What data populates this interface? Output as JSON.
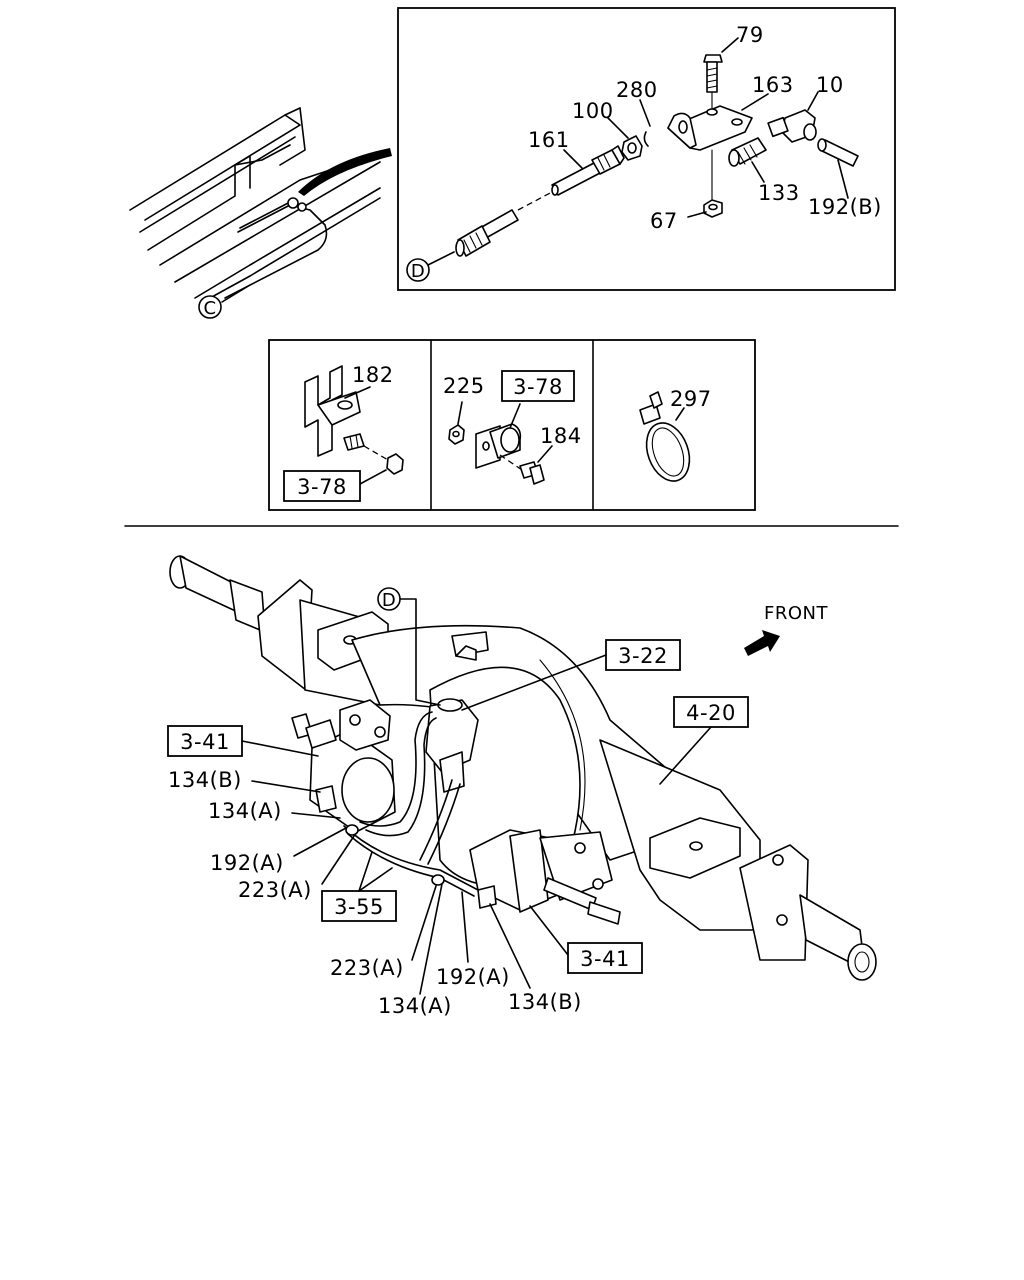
{
  "detail_top": {
    "callouts": [
      "79",
      "280",
      "163",
      "10",
      "100",
      "161",
      "133",
      "192(B)",
      "67"
    ],
    "circle_label": "D"
  },
  "frame_view": {
    "circle_label": "C"
  },
  "sub_panels": {
    "panel1": {
      "part": "182",
      "ref": "3-78"
    },
    "panel2": {
      "part_a": "225",
      "ref": "3-78",
      "part_b": "184"
    },
    "panel3": {
      "part": "297"
    }
  },
  "main_view": {
    "front_label": "FRONT",
    "circle_label": "D",
    "refs": {
      "r_3_22": "3-22",
      "r_4_20": "4-20",
      "r_3_41_left": "3-41",
      "r_3_41_right": "3-41",
      "r_3_55": "3-55"
    },
    "left_labels": [
      "134(B)",
      "134(A)",
      "192(A)",
      "223(A)"
    ],
    "bottom_labels": [
      "223(A)",
      "192(A)",
      "134(A)",
      "134(B)"
    ]
  }
}
